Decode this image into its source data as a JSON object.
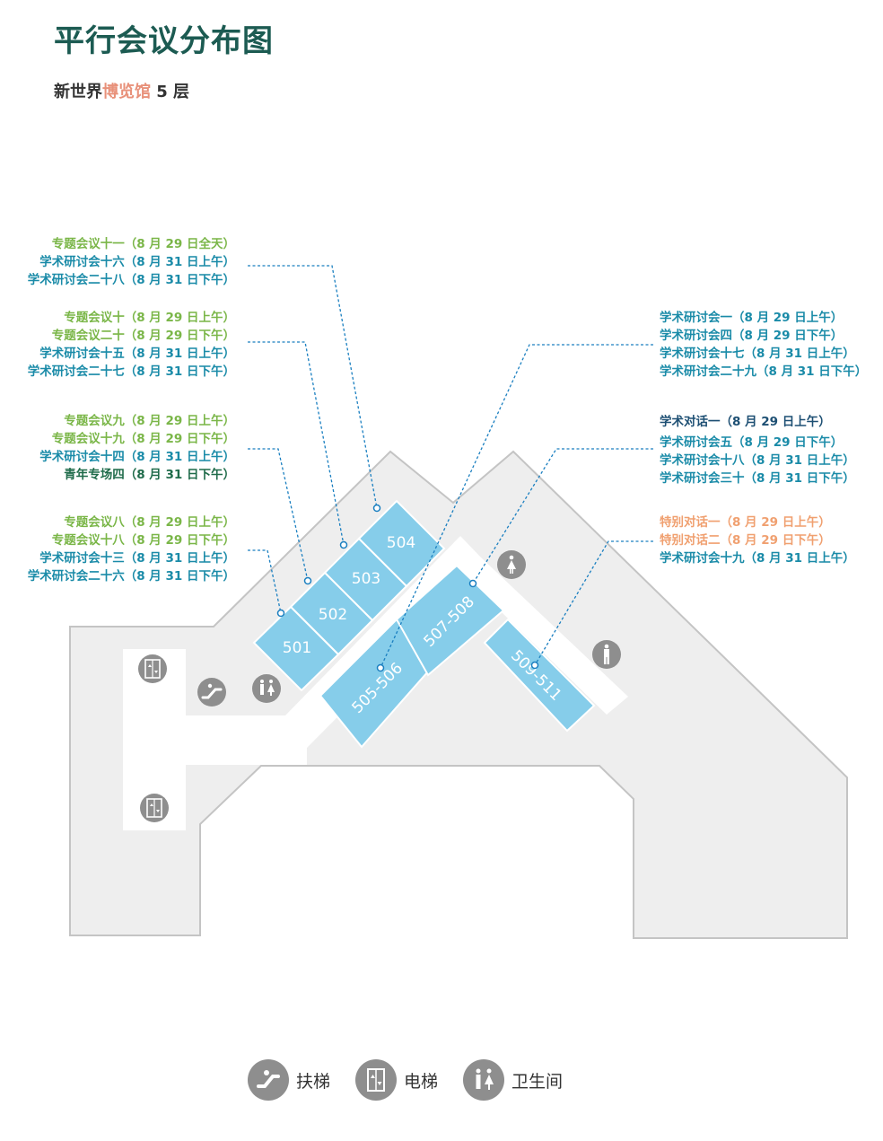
{
  "header": {
    "title": "平行会议分布图",
    "subtitle_prefix": "新世界",
    "subtitle_highlight": "博览馆",
    "subtitle_suffix": " 5 层"
  },
  "colors": {
    "green": "#7ab648",
    "teal": "#1a8ba8",
    "darkgreen": "#1f6b4a",
    "navy": "#1d4f73",
    "orange": "#f0a070",
    "room": "#86cdea",
    "floor": "#eeeeee",
    "icon": "#8e8e8e",
    "title": "#1c5b52",
    "highlight": "#e8917a"
  },
  "rooms": [
    "504",
    "503",
    "502",
    "501",
    "505-506",
    "507-508",
    "509-511"
  ],
  "groups": [
    {
      "lines": [
        {
          "text": "专题会议十一（8 月 29 日全天）",
          "color": "green"
        },
        {
          "text": "学术研讨会十六（8 月 31 日上午）",
          "color": "teal"
        },
        {
          "text": "学术研讨会二十八（8 月 31 日下午）",
          "color": "teal"
        }
      ]
    },
    {
      "lines": [
        {
          "text": "专题会议十（8 月 29 日上午）",
          "color": "green"
        },
        {
          "text": "专题会议二十（8 月 29 日下午）",
          "color": "green"
        },
        {
          "text": "学术研讨会十五（8 月 31 日上午）",
          "color": "teal"
        },
        {
          "text": "学术研讨会二十七（8 月 31 日下午）",
          "color": "teal"
        }
      ]
    },
    {
      "lines": [
        {
          "text": "专题会议九（8 月 29 日上午）",
          "color": "green"
        },
        {
          "text": "专题会议十九（8 月 29 日下午）",
          "color": "green"
        },
        {
          "text": "学术研讨会十四（8 月 31 日上午）",
          "color": "teal"
        },
        {
          "text": "青年专场四（8 月 31 日下午）",
          "color": "darkgreen"
        }
      ]
    },
    {
      "lines": [
        {
          "text": "专题会议八（8 月 29 日上午）",
          "color": "green"
        },
        {
          "text": "专题会议十八（8 月 29 日下午）",
          "color": "green"
        },
        {
          "text": "学术研讨会十三（8 月 31 日上午）",
          "color": "teal"
        },
        {
          "text": "学术研讨会二十六（8 月 31 日下午）",
          "color": "teal"
        }
      ]
    },
    {
      "lines": [
        {
          "text": "学术研讨会一（8 月 29 日上午）",
          "color": "teal"
        },
        {
          "text": "学术研讨会四（8 月 29 日下午）",
          "color": "teal"
        },
        {
          "text": "学术研讨会十七（8 月 31 日上午）",
          "color": "teal"
        },
        {
          "text": "学术研讨会二十九（8 月 31 日下午）",
          "color": "teal"
        }
      ]
    },
    {
      "lines": [
        {
          "text": "学术对话一（8 月 29 日上午）",
          "color": "navy"
        },
        {
          "text": "学术研讨会五（8 月 29 日下午）",
          "color": "teal"
        },
        {
          "text": "学术研讨会十八（8 月 31 日上午）",
          "color": "teal"
        },
        {
          "text": "学术研讨会三十（8 月 31 日下午）",
          "color": "teal"
        }
      ]
    },
    {
      "lines": [
        {
          "text": "特别对话一（8 月 29 日上午）",
          "color": "orange"
        },
        {
          "text": "特别对话二（8 月 29 日下午）",
          "color": "orange"
        },
        {
          "text": "学术研讨会十九（8 月 31 日上午）",
          "color": "teal"
        }
      ]
    }
  ],
  "legend": {
    "escalator": "扶梯",
    "elevator": "电梯",
    "restroom": "卫生间"
  }
}
